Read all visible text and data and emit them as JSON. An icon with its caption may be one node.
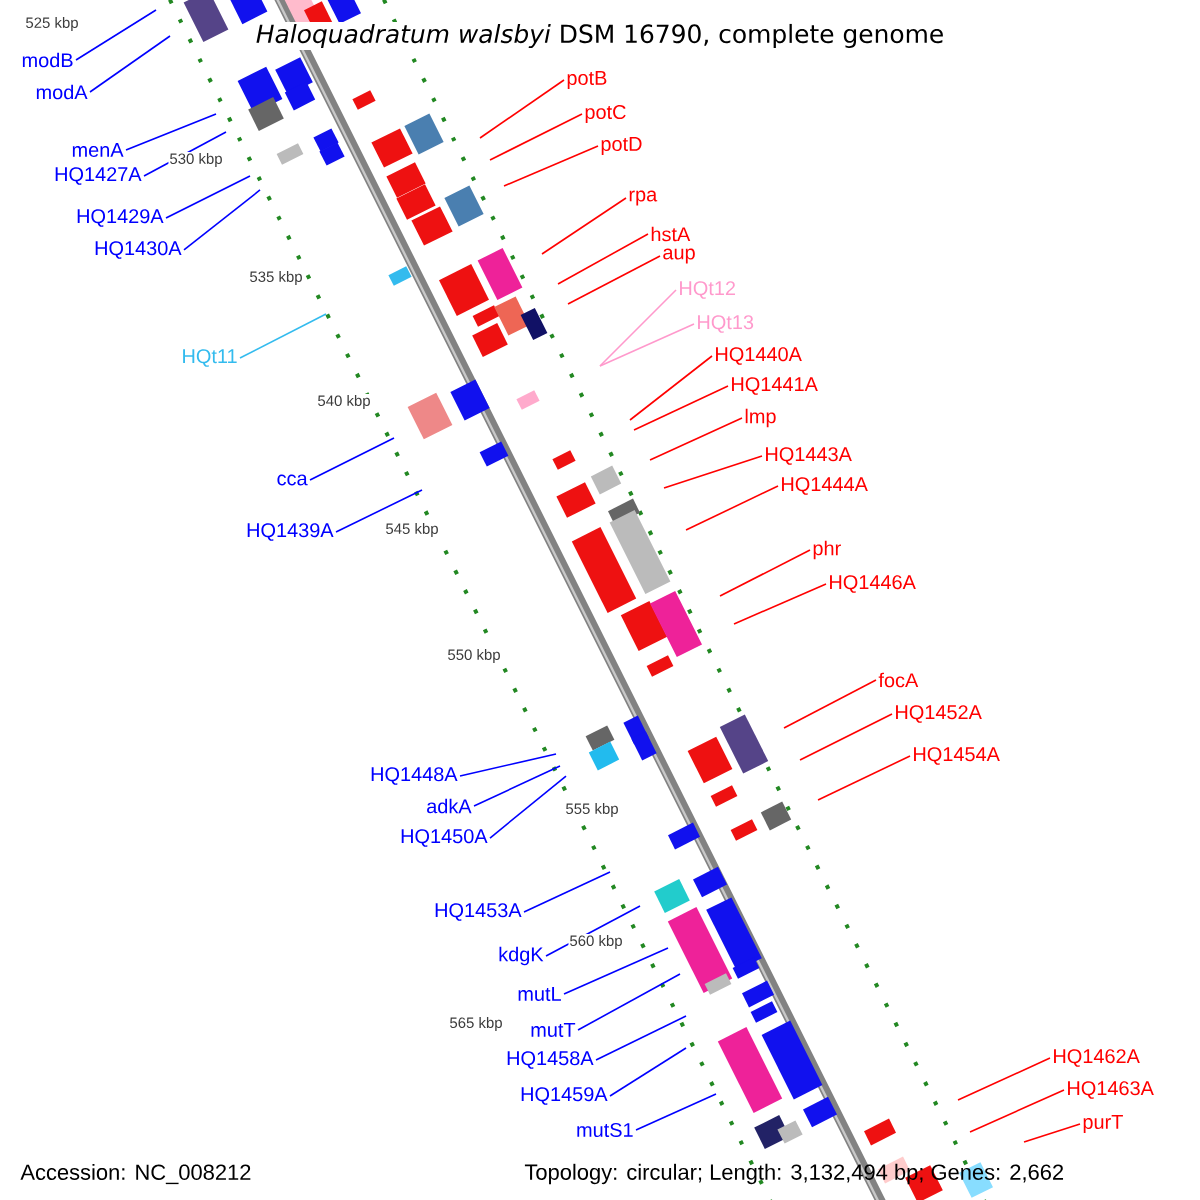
{
  "diagram": {
    "title": "*Haloquadratum walsbyi* DSM 16790, complete genome",
    "nodes": [
      {
        "text": [
          "modB"
        ]
      },
      {
        "text": [
          "modA"
        ]
      },
      {
        "text": [
          "menA"
        ]
      },
      {
        "text": [
          "HQ1427A"
        ]
      },
      {
        "text": [
          "HQ1429A"
        ]
      },
      {
        "text": [
          "HQ1430A"
        ]
      },
      {
        "text": [
          "HQt11"
        ]
      },
      {
        "text": [
          "cca"
        ]
      },
      {
        "text": [
          "HQ1439A"
        ]
      },
      {
        "text": [
          "HQ1448A"
        ]
      },
      {
        "text": [
          "adkA"
        ]
      },
      {
        "text": [
          "HQ1450A"
        ]
      },
      {
        "text": [
          "HQ1453A"
        ]
      },
      {
        "text": [
          "kdgK"
        ]
      },
      {
        "text": [
          "mutL"
        ]
      },
      {
        "text": [
          "mutT"
        ]
      },
      {
        "text": [
          "HQ1458A"
        ]
      },
      {
        "text": [
          "HQ1459A"
        ]
      },
      {
        "text": [
          "mutS1"
        ]
      },
      {
        "text": [
          "potB"
        ]
      },
      {
        "text": [
          "potC"
        ]
      },
      {
        "text": [
          "potD"
        ]
      },
      {
        "text": [
          "rpa"
        ]
      },
      {
        "text": [
          "hstA"
        ]
      },
      {
        "text": [
          "aup"
        ]
      },
      {
        "text": [
          "HQt12"
        ]
      },
      {
        "text": [
          "HQt13"
        ]
      },
      {
        "text": [
          "HQ1440A"
        ]
      },
      {
        "text": [
          "HQ1441A"
        ]
      },
      {
        "text": [
          "lmp"
        ]
      },
      {
        "text": [
          "HQ1443A"
        ]
      },
      {
        "text": [
          "HQ1444A"
        ]
      },
      {
        "text": [
          "phr"
        ]
      },
      {
        "text": [
          "HQ1446A"
        ]
      },
      {
        "text": [
          "focA"
        ]
      },
      {
        "text": [
          "HQ1452A"
        ]
      },
      {
        "text": [
          "HQ1454A"
        ]
      },
      {
        "text": [
          "HQ1462A"
        ]
      },
      {
        "text": [
          "HQ1463A"
        ]
      },
      {
        "text": [
          "purT"
        ]
      }
    ],
    "edges": [
      {
        "from": 0,
        "to": null,
        "arrow": "none",
        "color": "#0000ff"
      },
      {
        "from": 1,
        "to": null,
        "arrow": "none",
        "color": "#0000ff"
      },
      {
        "from": 2,
        "to": null,
        "arrow": "none",
        "color": "#0000ff"
      },
      {
        "from": 3,
        "to": null,
        "arrow": "none",
        "color": "#0000ff"
      },
      {
        "from": 4,
        "to": null,
        "arrow": "none",
        "color": "#0000ff"
      },
      {
        "from": 5,
        "to": null,
        "arrow": "none",
        "color": "#0000ff"
      },
      {
        "from": 6,
        "to": null,
        "arrow": "none",
        "color": "#33bbee"
      },
      {
        "from": 7,
        "to": null,
        "arrow": "none",
        "color": "#0000ff"
      },
      {
        "from": 8,
        "to": null,
        "arrow": "none",
        "color": "#0000ff"
      },
      {
        "from": 9,
        "to": null,
        "arrow": "none",
        "color": "#0000ff"
      },
      {
        "from": 10,
        "to": null,
        "arrow": "none",
        "color": "#0000ff"
      },
      {
        "from": 11,
        "to": null,
        "arrow": "none",
        "color": "#0000ff"
      },
      {
        "from": 12,
        "to": null,
        "arrow": "none",
        "color": "#0000ff"
      },
      {
        "from": 13,
        "to": null,
        "arrow": "none",
        "color": "#0000ff"
      },
      {
        "from": 14,
        "to": null,
        "arrow": "none",
        "color": "#0000ff"
      },
      {
        "from": 15,
        "to": null,
        "arrow": "none",
        "color": "#0000ff"
      },
      {
        "from": 16,
        "to": null,
        "arrow": "none",
        "color": "#0000ff"
      },
      {
        "from": 17,
        "to": null,
        "arrow": "none",
        "color": "#0000ff"
      },
      {
        "from": 18,
        "to": null,
        "arrow": "none",
        "color": "#0000ff"
      },
      {
        "from": 19,
        "to": null,
        "arrow": "none"
      },
      {
        "from": 20,
        "to": null,
        "arrow": "none"
      },
      {
        "from": 21,
        "to": null,
        "arrow": "none"
      },
      {
        "from": 22,
        "to": null,
        "arrow": "none"
      },
      {
        "from": 23,
        "to": null,
        "arrow": "none"
      },
      {
        "from": 24,
        "to": null,
        "arrow": "none"
      },
      {
        "from": 25,
        "to": null,
        "arrow": "none",
        "color": "#ff99cc"
      },
      {
        "from": 26,
        "to": null,
        "arrow": "none",
        "color": "#ff99cc"
      },
      {
        "from": 27,
        "to": null,
        "arrow": "none"
      },
      {
        "from": 28,
        "to": null,
        "arrow": "none"
      },
      {
        "from": 29,
        "to": null,
        "arrow": "none"
      },
      {
        "from": 30,
        "to": null,
        "arrow": "none"
      },
      {
        "from": 31,
        "to": null,
        "arrow": "none"
      },
      {
        "from": 32,
        "to": null,
        "arrow": "none"
      },
      {
        "from": 33,
        "to": null,
        "arrow": "none"
      },
      {
        "from": 34,
        "to": null,
        "arrow": "none"
      },
      {
        "from": 35,
        "to": null,
        "arrow": "none"
      },
      {
        "from": 36,
        "to": null,
        "arrow": "none"
      },
      {
        "from": 37,
        "to": null,
        "arrow": "none"
      },
      {
        "from": 38,
        "to": null,
        "arrow": "none"
      },
      {
        "from": 39,
        "to": null,
        "arrow": "none"
      }
    ],
    "labels": [
      "525 kbp",
      "530 kbp",
      "535 kbp",
      "540 kbp",
      "545 kbp",
      "550 kbp",
      "555 kbp",
      "560 kbp",
      "565 kbp",
      "Accession: NC_008212",
      "Topology: circular; Length: 3,132,494 bp; Genes: 2,662"
    ]
  }
}
